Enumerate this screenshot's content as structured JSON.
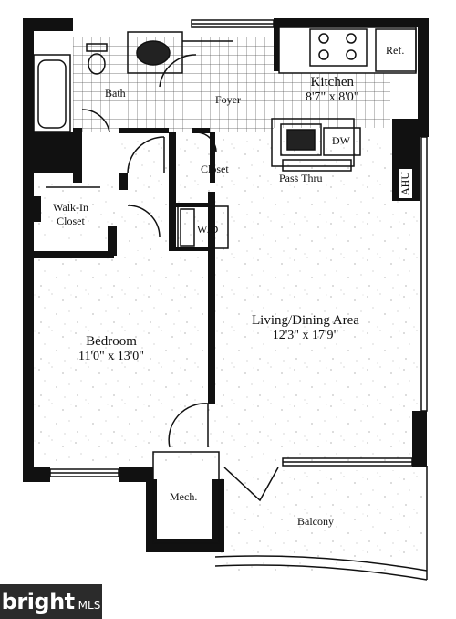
{
  "rooms": {
    "bath": "Bath",
    "foyer": "Foyer",
    "kitchen": {
      "name": "Kitchen",
      "dims": "8'7\" x 8'0\""
    },
    "ref": "Ref.",
    "dw": "DW",
    "pass_thru": "Pass Thru",
    "ahu": "AHU",
    "closet": "Closet",
    "walk_in_closet_line1": "Walk-In",
    "walk_in_closet_line2": "Closet",
    "wd": "W/D",
    "bedroom": {
      "name": "Bedroom",
      "dims": "11'0\" x 13'0\""
    },
    "living": {
      "name": "Living/Dining Area",
      "dims": "12'3\" x 17'9\""
    },
    "mech": "Mech.",
    "balcony": "Balcony"
  },
  "watermark": {
    "brand": "bright",
    "suffix": "MLS"
  }
}
